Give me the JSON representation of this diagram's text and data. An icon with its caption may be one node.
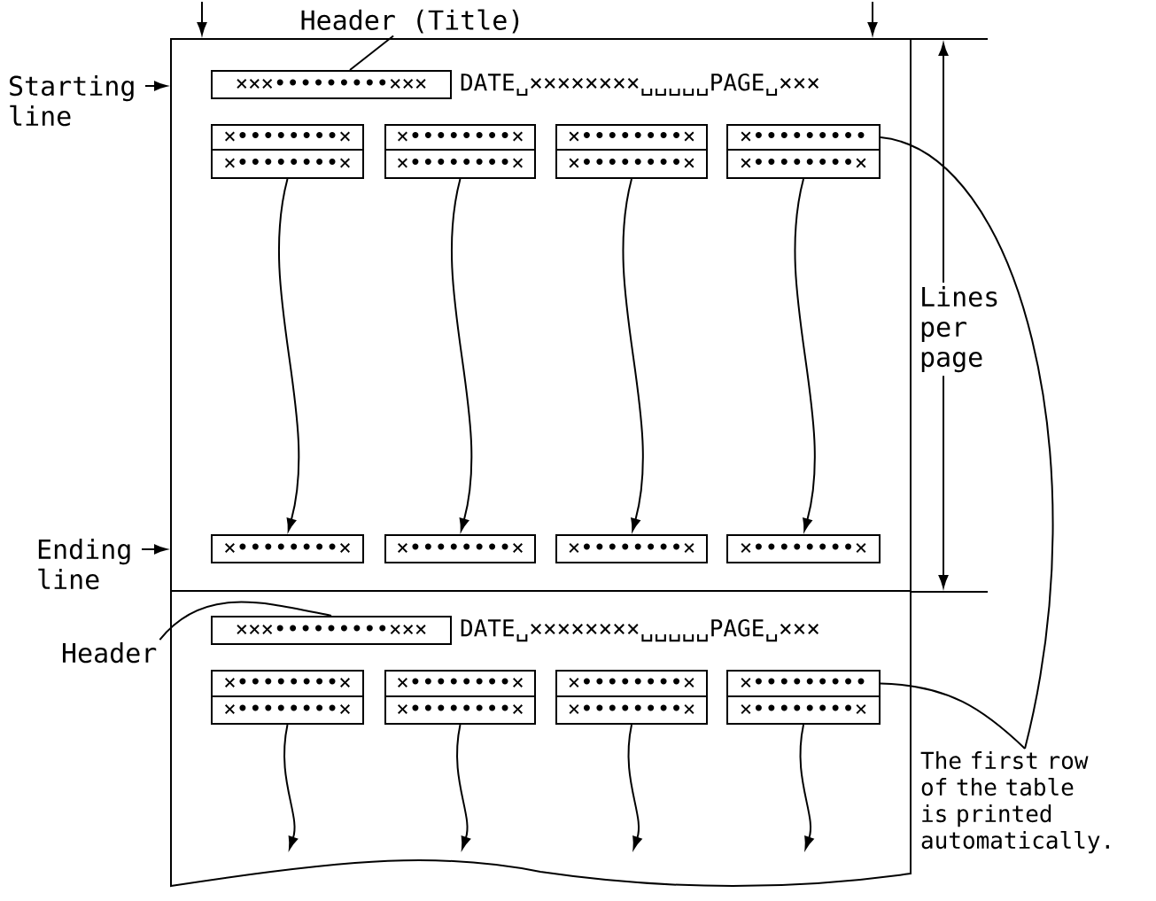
{
  "diagram": {
    "nodes": [
      {
        "text": [],
        "shape": "box"
      },
      {
        "text": [
          "×××•••••••••×××"
        ],
        "in": 0,
        "beside": [
          "DATE␣××××××××␣␣␣␣␣PAGE␣×××"
        ]
      },
      {
        "text": [
          "×••••••••×"
        ],
        "in": 0
      },
      {
        "text": [
          "×••••••••×"
        ],
        "in": 0
      },
      {
        "text": [
          "×••••••••×"
        ],
        "in": 0
      },
      {
        "text": [
          "×•••••••••"
        ],
        "in": 0
      },
      {
        "text": [
          "×••••••••×"
        ],
        "in": 0
      },
      {
        "text": [
          "×••••••••×"
        ],
        "in": 0
      },
      {
        "text": [
          "×••••••••×"
        ],
        "in": 0
      },
      {
        "text": [
          "×••••••••×"
        ],
        "in": 0
      },
      {
        "text": [
          "×••••••••×"
        ],
        "in": 0
      },
      {
        "text": [
          "×••••••••×"
        ],
        "in": 0
      },
      {
        "text": [
          "×••••••••×"
        ],
        "in": 0
      },
      {
        "text": [
          "×••••••••×"
        ],
        "in": 0
      },
      {
        "text": [],
        "shape": "box"
      },
      {
        "text": [
          "×××•••••••••×××"
        ],
        "in": 14,
        "beside": [
          "DATE␣××××××××␣␣␣␣␣PAGE␣×××"
        ]
      },
      {
        "text": [
          "×••••••••×"
        ],
        "in": 14
      },
      {
        "text": [
          "×••••••••×"
        ],
        "in": 14
      },
      {
        "text": [
          "×••••••••×"
        ],
        "in": 14
      },
      {
        "text": [
          "×•••••••••"
        ],
        "in": 14
      },
      {
        "text": [
          "×••••••••×"
        ],
        "in": 14
      },
      {
        "text": [
          "×••••••••×"
        ],
        "in": 14
      },
      {
        "text": [
          "×••••••••×"
        ],
        "in": 14
      },
      {
        "text": [
          "×••••••••×"
        ],
        "in": 14
      },
      {
        "text": [
          "Header (Title)"
        ]
      },
      {
        "text": [
          "Starting line"
        ]
      },
      {
        "text": [
          "Ending line"
        ]
      },
      {
        "text": [
          "Header"
        ]
      },
      {
        "text": [
          "The first row of the table is printed automatically."
        ]
      }
    ],
    "edges": [
      {
        "from": 24,
        "to": 1,
        "arrow": "none"
      },
      {
        "from": 25,
        "to": 0,
        "arrow": "to"
      },
      {
        "from": 26,
        "to": 0,
        "arrow": "to"
      },
      {
        "from": 27,
        "to": 15,
        "arrow": "none"
      },
      {
        "from": 28,
        "to": 5,
        "arrow": "none"
      },
      {
        "from": 28,
        "to": 19,
        "arrow": "none"
      },
      {
        "from": 6,
        "to": 10,
        "arrow": "to"
      },
      {
        "from": 7,
        "to": 11,
        "arrow": "to"
      },
      {
        "from": 8,
        "to": 12,
        "arrow": "to"
      },
      {
        "from": 9,
        "to": 13,
        "arrow": "to"
      },
      {
        "from": 20,
        "to": null,
        "arrow": "to"
      },
      {
        "from": 21,
        "to": null,
        "arrow": "to"
      },
      {
        "from": 22,
        "to": null,
        "arrow": "to"
      },
      {
        "from": 23,
        "to": null,
        "arrow": "to"
      }
    ],
    "labels": [
      "Lines per page"
    ]
  }
}
